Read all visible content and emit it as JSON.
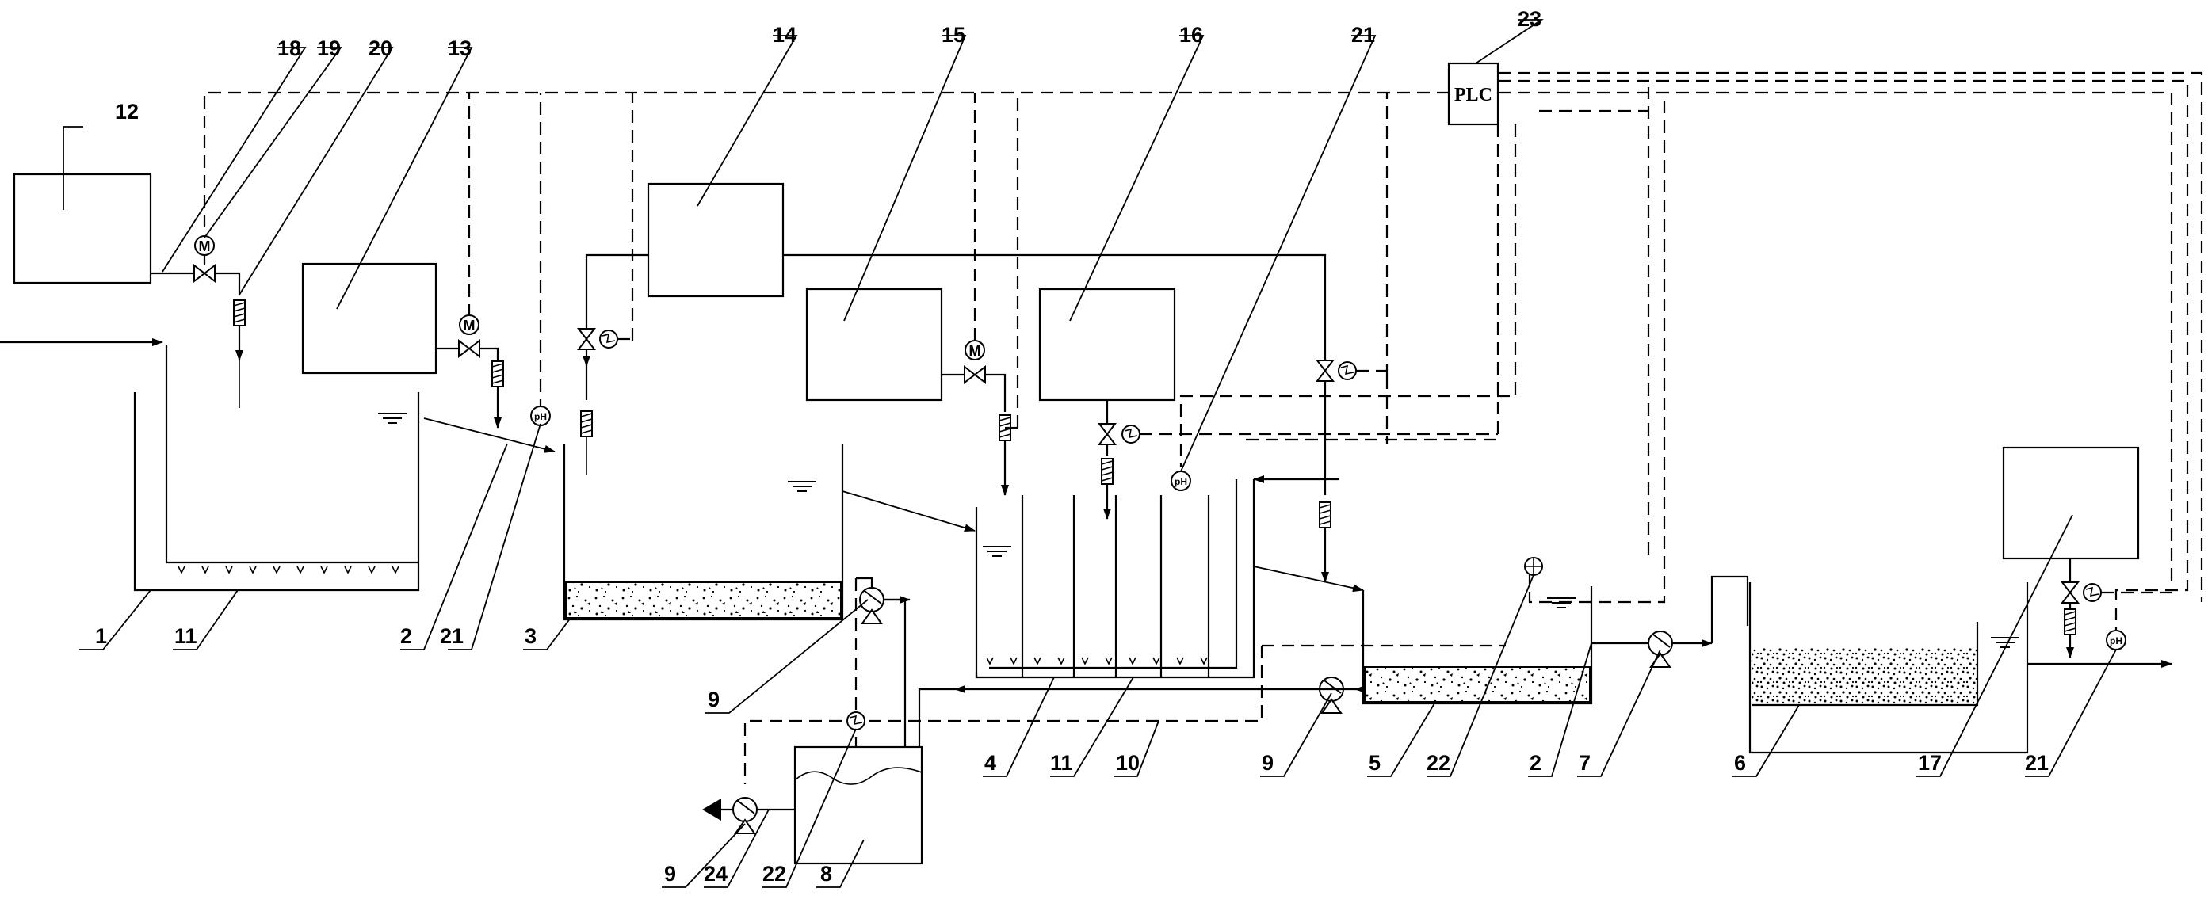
{
  "controller": {
    "label": "PLC"
  },
  "labels": {
    "n1": "1",
    "n2a": "2",
    "n2b": "2",
    "n3": "3",
    "n4": "4",
    "n5": "5",
    "n6": "6",
    "n7": "7",
    "n8": "8",
    "n9a": "9",
    "n9b": "9",
    "n9c": "9",
    "n10": "10",
    "n11a": "11",
    "n11b": "11",
    "n12": "12",
    "n13": "13",
    "n14": "14",
    "n15": "15",
    "n16": "16",
    "n17": "17",
    "n18": "18",
    "n19": "19",
    "n20": "20",
    "n21a": "21",
    "n21b": "21",
    "n21c": "21",
    "n22a": "22",
    "n22b": "22",
    "n23": "23",
    "n24": "24"
  },
  "symbols": {
    "motor": "M",
    "ph": "pH"
  }
}
